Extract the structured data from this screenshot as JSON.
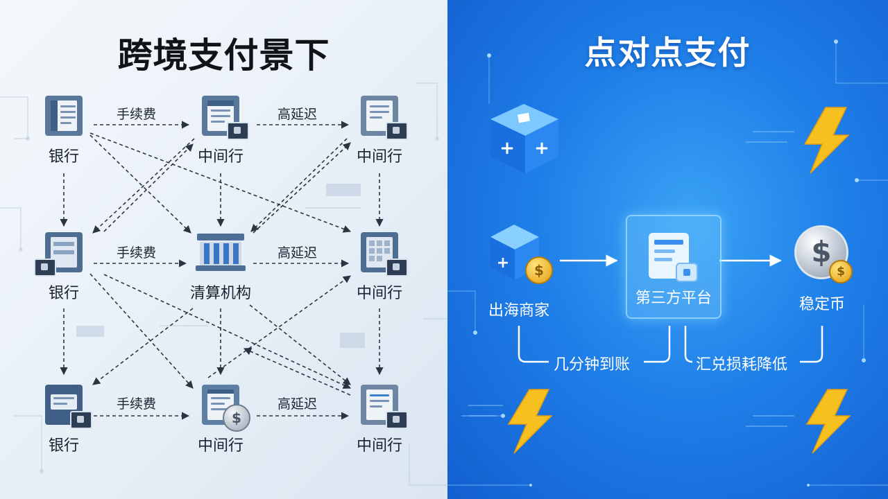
{
  "left": {
    "title": "跨境支付景下",
    "nodes": {
      "bank_top": "银行",
      "mid_top_center": "中间行",
      "mid_top_right": "中间行",
      "bank_middle": "银行",
      "clearing": "清算机构",
      "mid_middle_right": "中间行",
      "bank_bottom": "银行",
      "mid_bottom_center": "中间行",
      "mid_bottom_right": "中间行"
    },
    "edges": {
      "row1_fee": "手续费",
      "row1_latency": "高延迟",
      "row2_fee": "手续费",
      "row2_latency": "高延迟",
      "row3_fee": "手续费",
      "row3_latency": "高延迟"
    },
    "coin_symbol": "$"
  },
  "right": {
    "title": "点对点支付",
    "nodes": {
      "merchant": "出海商家",
      "platform": "第三方平台",
      "stablecoin": "稳定币"
    },
    "notes": {
      "fast": "几分钟到账",
      "low_loss": "汇兑损耗降低"
    },
    "coin_symbol": "$"
  },
  "colors": {
    "left_bg": "#e6eef6",
    "right_bg": "#1f7fe8",
    "lightning": "#f5c020",
    "arrow_dark": "#2b3441"
  }
}
